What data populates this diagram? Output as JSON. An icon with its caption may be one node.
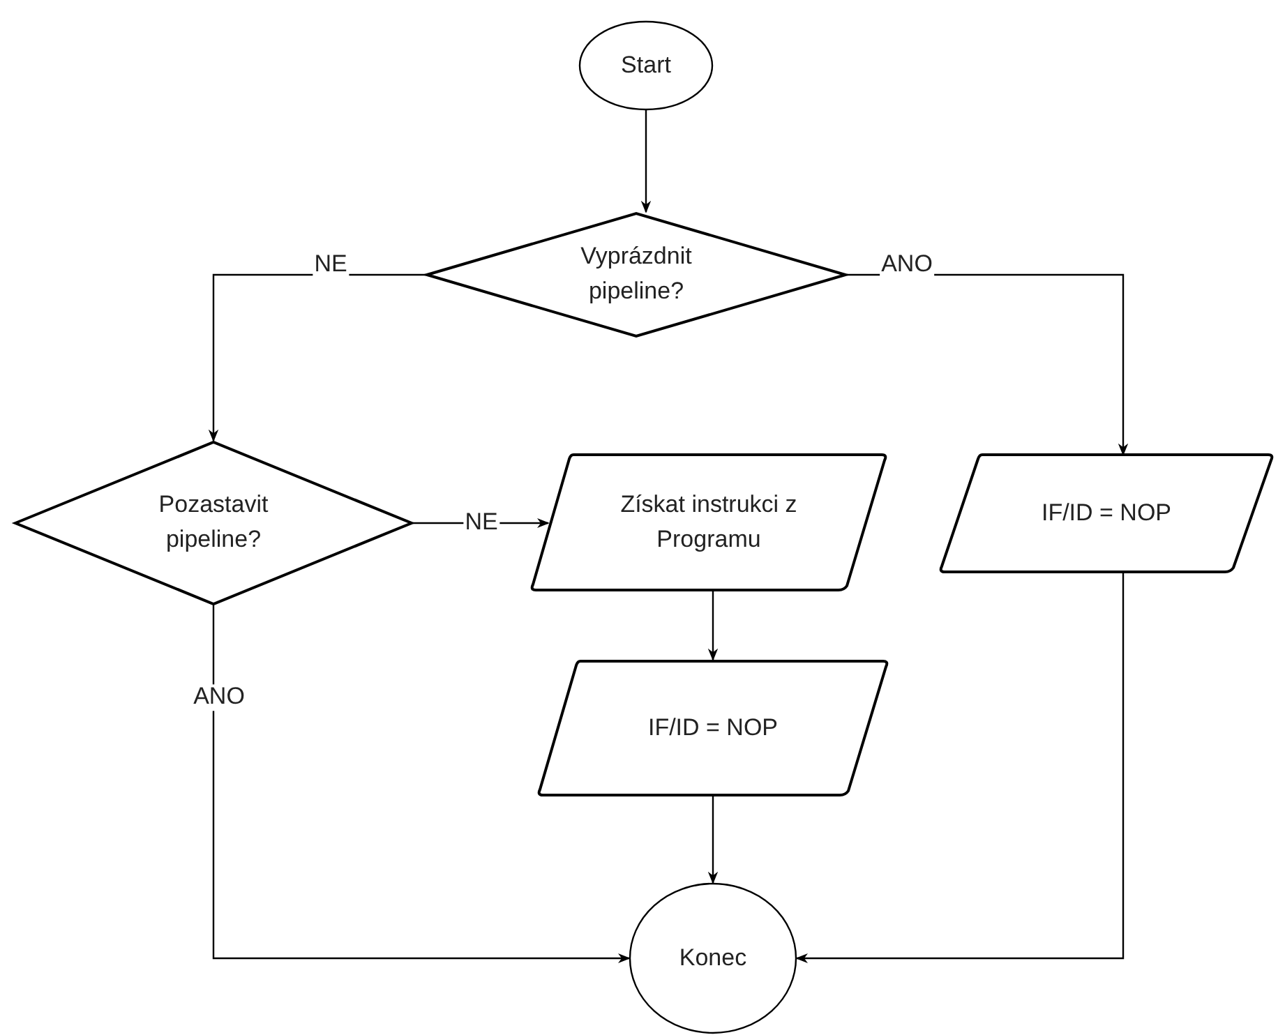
{
  "diagram": {
    "nodes": [
      {
        "text": [
          "Start"
        ]
      },
      {
        "text": [
          "Vyprázdnit pipeline?"
        ]
      },
      {
        "text": [
          "Pozastavit pipeline?"
        ]
      },
      {
        "text": [
          "Získat instrukci z Programu"
        ]
      },
      {
        "text": [
          "IF/ID = NOP"
        ]
      },
      {
        "text": [
          "IF/ID = NOP"
        ]
      },
      {
        "text": [
          "Konec"
        ]
      }
    ],
    "edges": [
      {
        "from": 0,
        "to": 1,
        "arrow": "to"
      },
      {
        "from": 1,
        "to": 2,
        "arrow": "to",
        "label": "NE"
      },
      {
        "from": 1,
        "to": 5,
        "arrow": "to",
        "label": "ANO"
      },
      {
        "from": 2,
        "to": 3,
        "arrow": "to",
        "label": "NE"
      },
      {
        "from": 3,
        "to": 4,
        "arrow": "to"
      },
      {
        "from": 4,
        "to": 6,
        "arrow": "to"
      },
      {
        "from": 2,
        "to": 6,
        "arrow": "to",
        "label": "ANO"
      },
      {
        "from": 5,
        "to": 6,
        "arrow": "to"
      }
    ]
  }
}
